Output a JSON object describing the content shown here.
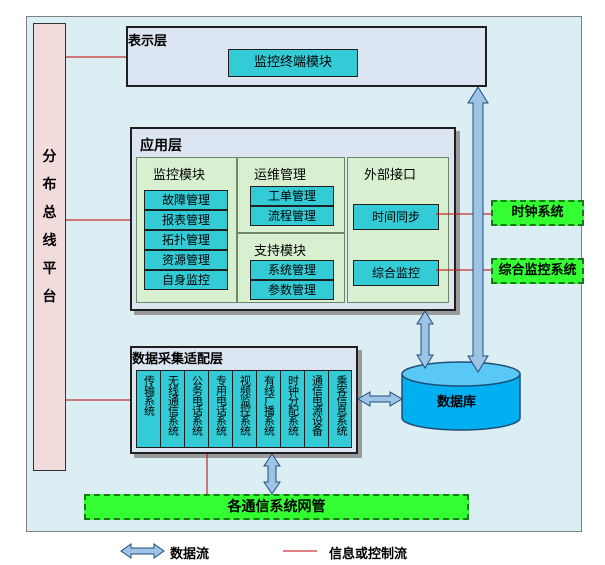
{
  "bus": {
    "chars": [
      "分",
      "布",
      "总",
      "线",
      "平",
      "台"
    ]
  },
  "presentation": {
    "title": "表示层",
    "module": "监控终端模块"
  },
  "application": {
    "title": "应用层",
    "monitor": {
      "title": "监控模块",
      "items": [
        "故障管理",
        "报表管理",
        "拓扑管理",
        "资源管理",
        "自身监控"
      ]
    },
    "ops": {
      "title": "运维管理",
      "items": [
        "工单管理",
        "流程管理"
      ]
    },
    "support": {
      "title": "支持模块",
      "items": [
        "系统管理",
        "参数管理"
      ]
    },
    "external": {
      "title": "外部接口",
      "items": [
        "时间同步",
        "综合监控"
      ]
    }
  },
  "external_systems": {
    "clock": "时钟系统",
    "integrated": "综合监控系统"
  },
  "data_layer": {
    "title": "数据采集适配层",
    "columns": [
      "传输系统",
      "无线通信系统",
      "公务电话系统",
      "专用电话系统",
      "视频监控系统",
      "有线广播系统",
      "时钟分配系统",
      "通信电源设备",
      "乘客信息系统"
    ]
  },
  "database": "数据库",
  "network": "各通信系统网管",
  "legend": {
    "data_flow": "数据流",
    "info_flow": "信息或控制流"
  },
  "colors": {
    "frame_bg": "#dbeef4",
    "cyan": "#33ccd6",
    "green": "#33ff33",
    "bus_bg": "#f2dcdb",
    "arrow": "#9dc3e6",
    "red_line": "#c00000"
  }
}
